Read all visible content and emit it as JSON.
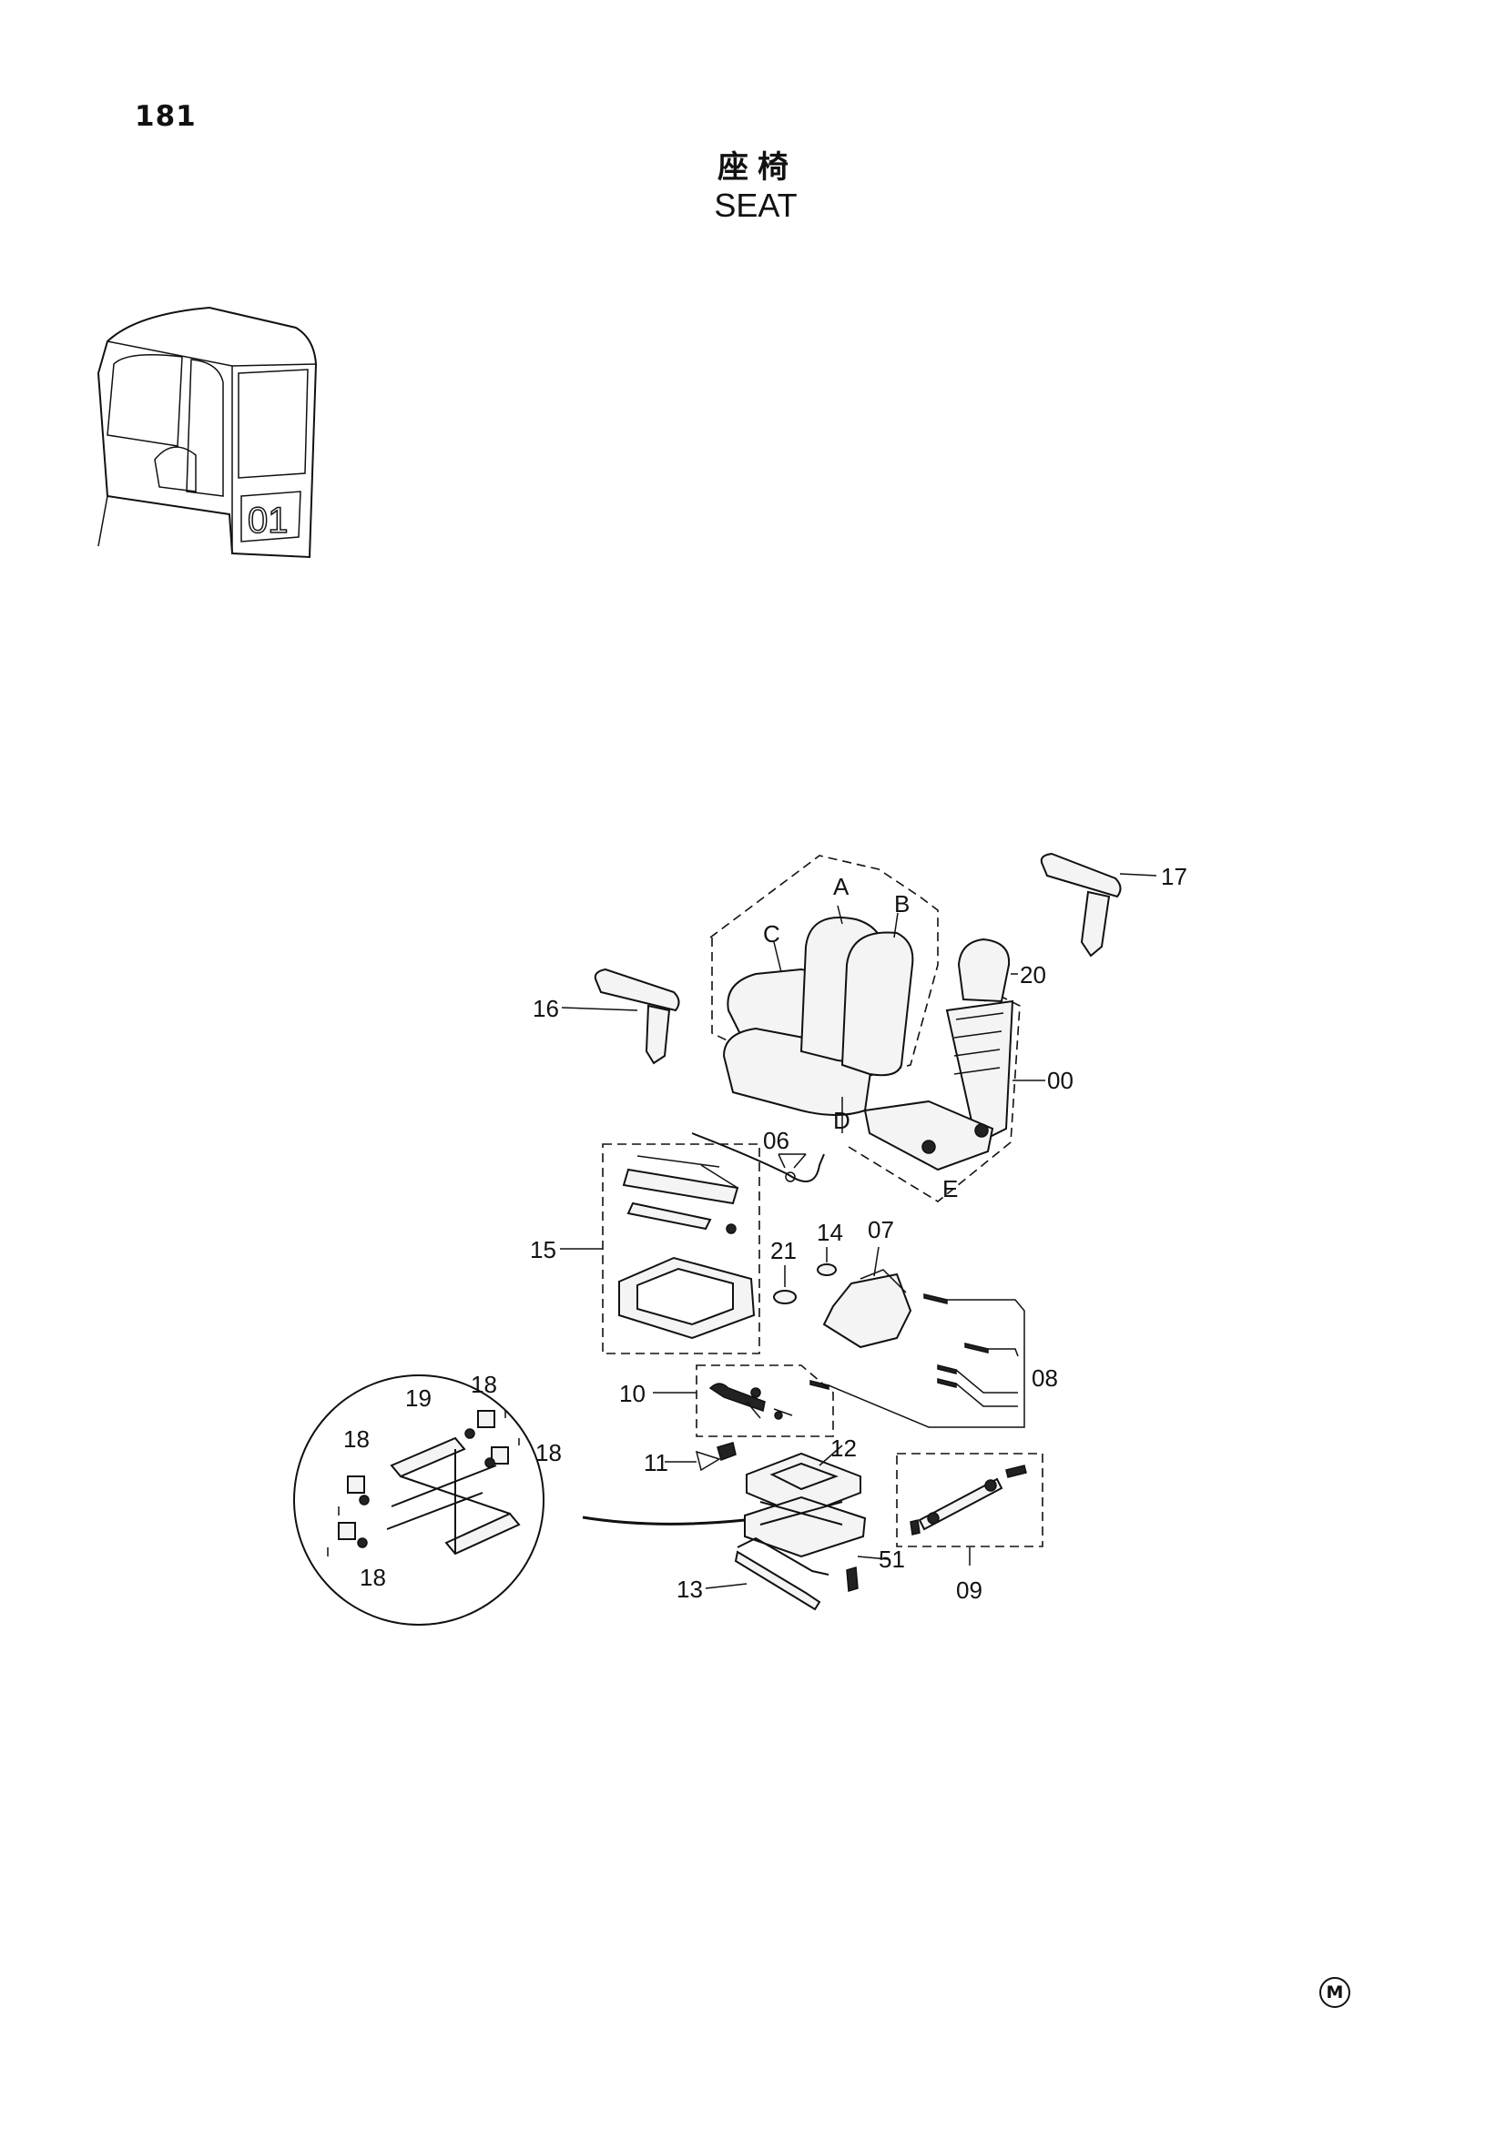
{
  "page": {
    "number": "181",
    "title_cjk": "座椅",
    "title_en": "SEAT"
  },
  "callouts": {
    "c00": "00",
    "c06": "06",
    "c07": "07",
    "c08": "08",
    "c09": "09",
    "c10": "10",
    "c11": "11",
    "c12": "12",
    "c13": "13",
    "c14": "14",
    "c15": "15",
    "c16": "16",
    "c17": "17",
    "c18a": "18",
    "c18b": "18",
    "c18c": "18",
    "c18d": "18",
    "c19": "19",
    "c20": "20",
    "c21": "21",
    "c51": "51"
  },
  "letters": {
    "a": "A",
    "b": "B",
    "c": "C",
    "d": "D",
    "e": "E"
  },
  "mark": "M",
  "icons": [
    "cab-icon",
    "seat-exploded-view",
    "detail-magnifier-circle",
    "publisher-mark-icon"
  ]
}
